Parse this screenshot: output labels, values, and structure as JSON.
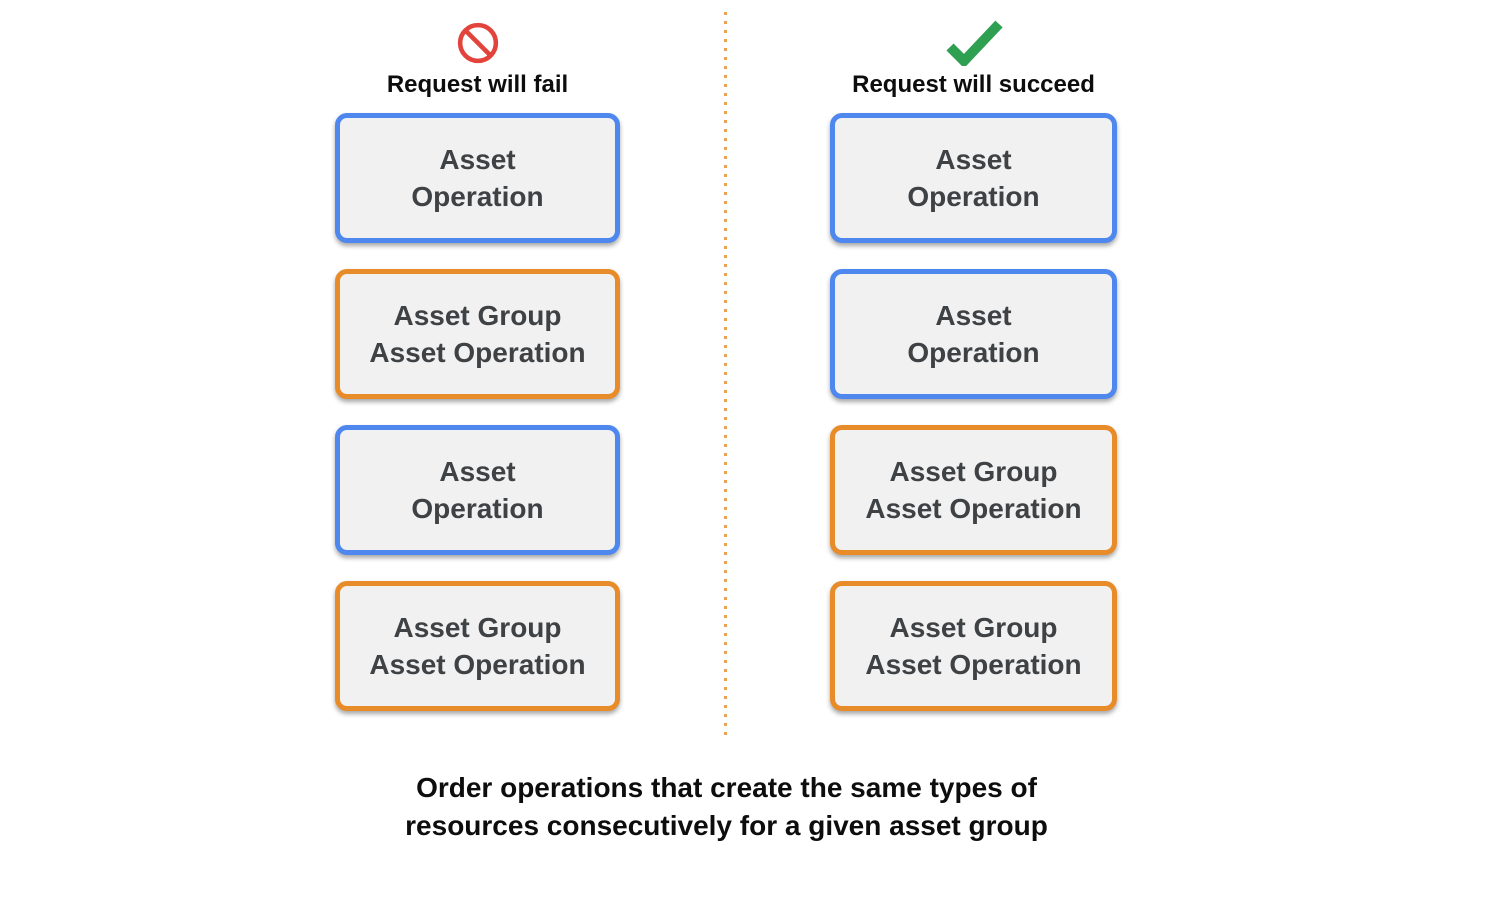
{
  "diagram": {
    "left_column": {
      "icon": "prohibition-icon",
      "title": "Request will fail",
      "boxes": [
        {
          "type": "asset-operation",
          "lines": [
            "Asset",
            "Operation"
          ]
        },
        {
          "type": "asset-group-asset-operation",
          "lines": [
            "Asset Group",
            "Asset Operation"
          ]
        },
        {
          "type": "asset-operation",
          "lines": [
            "Asset",
            "Operation"
          ]
        },
        {
          "type": "asset-group-asset-operation",
          "lines": [
            "Asset Group",
            "Asset Operation"
          ]
        }
      ]
    },
    "right_column": {
      "icon": "checkmark-icon",
      "title": "Request will succeed",
      "boxes": [
        {
          "type": "asset-operation",
          "lines": [
            "Asset",
            "Operation"
          ]
        },
        {
          "type": "asset-operation",
          "lines": [
            "Asset",
            "Operation"
          ]
        },
        {
          "type": "asset-group-asset-operation",
          "lines": [
            "Asset Group",
            "Asset Operation"
          ]
        },
        {
          "type": "asset-group-asset-operation",
          "lines": [
            "Asset Group",
            "Asset Operation"
          ]
        }
      ]
    },
    "caption_lines": [
      "Order operations that create the same types of",
      "resources consecutively for a given asset group"
    ],
    "colors": {
      "asset_operation_border": "#4e87ee",
      "asset_group_border": "#e78c28",
      "box_background": "#f1f1f1",
      "box_text": "#3f4245",
      "fail_icon": "#e2433a",
      "succeed_icon": "#2fa052",
      "divider_dots": "#e9a152",
      "heading_text": "#0d0d0d"
    }
  }
}
